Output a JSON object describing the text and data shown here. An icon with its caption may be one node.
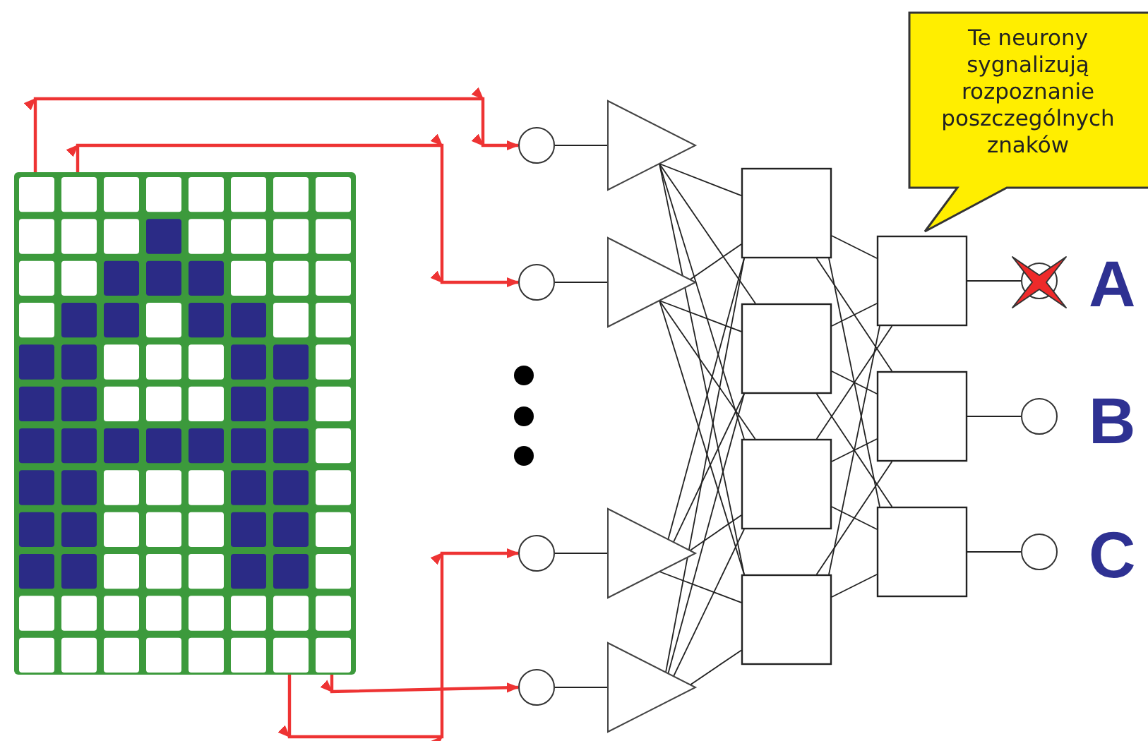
{
  "diagram": {
    "nodes": [
      {
        "text": [],
        "shape": "picture"
      },
      {
        "text": [],
        "shape": "circle"
      },
      {
        "text": [],
        "shape": "circle"
      },
      {
        "text": [],
        "shape": "circle"
      },
      {
        "text": [],
        "shape": "circle"
      },
      {
        "text": [],
        "shape": "triangle"
      },
      {
        "text": [],
        "shape": "triangle"
      },
      {
        "text": [],
        "shape": "triangle"
      },
      {
        "text": [],
        "shape": "triangle"
      },
      {
        "text": [],
        "shape": "box"
      },
      {
        "text": [],
        "shape": "box"
      },
      {
        "text": [],
        "shape": "box"
      },
      {
        "text": [],
        "shape": "box"
      },
      {
        "text": [],
        "shape": "box"
      },
      {
        "text": [],
        "shape": "box"
      },
      {
        "text": [],
        "shape": "box"
      },
      {
        "text": [],
        "shape": "circle"
      },
      {
        "text": [],
        "shape": "circle"
      },
      {
        "text": [],
        "shape": "circle"
      },
      {
        "text": [
          "Te neurony sygnalizują rozpoznanie poszczególnych znaków"
        ]
      }
    ],
    "edges": [
      {
        "from": 0,
        "to": 1,
        "arrow": "to",
        "color": "#ee3333"
      },
      {
        "from": 0,
        "to": 2,
        "arrow": "to",
        "color": "#ee3333"
      },
      {
        "from": 0,
        "to": 3,
        "arrow": "to",
        "color": "#ee3333"
      },
      {
        "from": 0,
        "to": 4,
        "arrow": "to",
        "color": "#ee3333"
      },
      {
        "from": 1,
        "to": 5,
        "arrow": "none"
      },
      {
        "from": 2,
        "to": 6,
        "arrow": "none"
      },
      {
        "from": 3,
        "to": 7,
        "arrow": "none"
      },
      {
        "from": 4,
        "to": 8,
        "arrow": "none"
      },
      {
        "from": 5,
        "to": 9,
        "arrow": "none"
      },
      {
        "from": 5,
        "to": 10,
        "arrow": "none"
      },
      {
        "from": 5,
        "to": 11,
        "arrow": "none"
      },
      {
        "from": 5,
        "to": 12,
        "arrow": "none"
      },
      {
        "from": 6,
        "to": 9,
        "arrow": "none"
      },
      {
        "from": 6,
        "to": 10,
        "arrow": "none"
      },
      {
        "from": 6,
        "to": 11,
        "arrow": "none"
      },
      {
        "from": 6,
        "to": 12,
        "arrow": "none"
      },
      {
        "from": 7,
        "to": 9,
        "arrow": "none"
      },
      {
        "from": 7,
        "to": 10,
        "arrow": "none"
      },
      {
        "from": 7,
        "to": 11,
        "arrow": "none"
      },
      {
        "from": 7,
        "to": 12,
        "arrow": "none"
      },
      {
        "from": 8,
        "to": 9,
        "arrow": "none"
      },
      {
        "from": 8,
        "to": 10,
        "arrow": "none"
      },
      {
        "from": 8,
        "to": 11,
        "arrow": "none"
      },
      {
        "from": 8,
        "to": 12,
        "arrow": "none"
      },
      {
        "from": 9,
        "to": 13,
        "arrow": "none"
      },
      {
        "from": 9,
        "to": 14,
        "arrow": "none"
      },
      {
        "from": 9,
        "to": 15,
        "arrow": "none"
      },
      {
        "from": 10,
        "to": 13,
        "arrow": "none"
      },
      {
        "from": 10,
        "to": 14,
        "arrow": "none"
      },
      {
        "from": 10,
        "to": 15,
        "arrow": "none"
      },
      {
        "from": 11,
        "to": 13,
        "arrow": "none"
      },
      {
        "from": 11,
        "to": 14,
        "arrow": "none"
      },
      {
        "from": 11,
        "to": 15,
        "arrow": "none"
      },
      {
        "from": 12,
        "to": 13,
        "arrow": "none"
      },
      {
        "from": 12,
        "to": 14,
        "arrow": "none"
      },
      {
        "from": 12,
        "to": 15,
        "arrow": "none"
      },
      {
        "from": 13,
        "to": 16,
        "arrow": "none"
      },
      {
        "from": 14,
        "to": 17,
        "arrow": "none"
      },
      {
        "from": 15,
        "to": 18,
        "arrow": "none"
      }
    ],
    "labels": [
      "A",
      "B",
      "C"
    ]
  }
}
